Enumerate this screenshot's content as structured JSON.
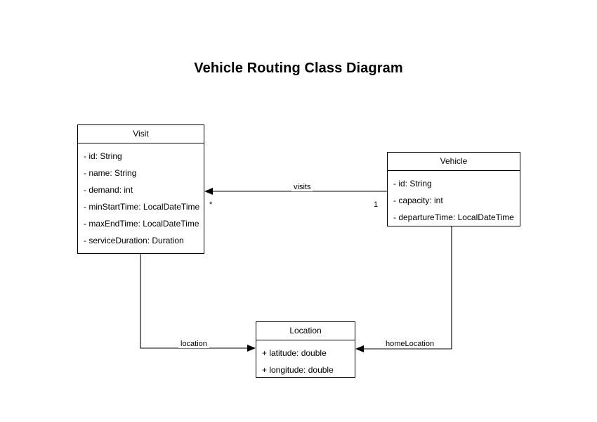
{
  "diagram": {
    "title": "Vehicle Routing Class Diagram",
    "background_color": "#ffffff",
    "line_color": "#000000",
    "text_color": "#000000",
    "classes": [
      {
        "id": "visit",
        "name": "Visit",
        "attributes": [
          "- id: String",
          "- name: String",
          "- demand: int",
          "- minStartTime: LocalDateTime",
          "- maxEndTime: LocalDateTime",
          "- serviceDuration: Duration"
        ]
      },
      {
        "id": "vehicle",
        "name": "Vehicle",
        "attributes": [
          "- id: String",
          "- capacity: int",
          "- departureTime: LocalDateTime"
        ]
      },
      {
        "id": "location",
        "name": "Location",
        "attributes": [
          "+ latitude: double",
          "+ longitude: double"
        ]
      }
    ],
    "relationships": [
      {
        "id": "visits",
        "label": "visits",
        "from": "Vehicle",
        "to": "Visit",
        "source_multiplicity": "1",
        "target_multiplicity": "*"
      },
      {
        "id": "location",
        "label": "location",
        "from": "Visit",
        "to": "Location",
        "source_multiplicity": "",
        "target_multiplicity": ""
      },
      {
        "id": "homeLocation",
        "label": "homeLocation",
        "from": "Vehicle",
        "to": "Location",
        "source_multiplicity": "",
        "target_multiplicity": ""
      }
    ]
  }
}
